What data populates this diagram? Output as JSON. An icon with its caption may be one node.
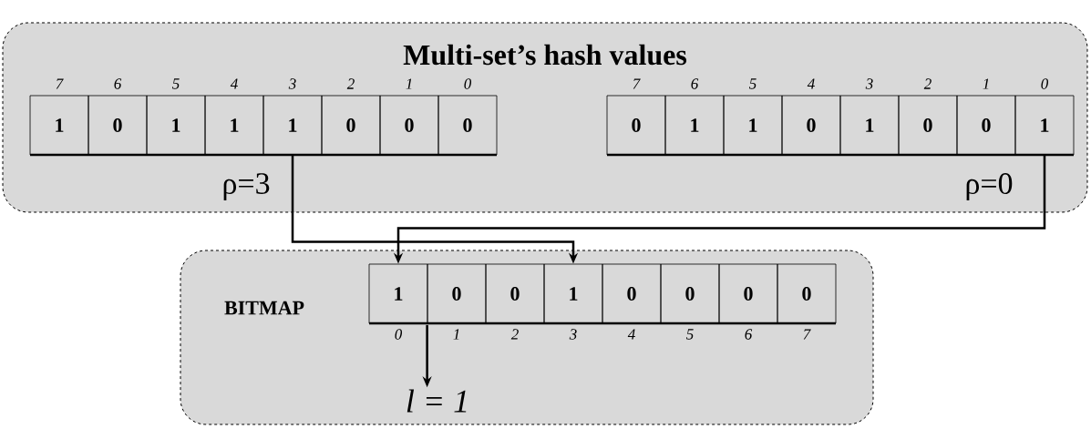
{
  "diagram": {
    "nodes": [
      {
        "text": [
          "Multi-set’s hash values"
        ]
      },
      {
        "text": [
          "1"
        ],
        "in": 0,
        "beside": [
          "7"
        ]
      },
      {
        "text": [
          "0"
        ],
        "in": 0,
        "beside": [
          "6"
        ]
      },
      {
        "text": [
          "1"
        ],
        "in": 0,
        "beside": [
          "5"
        ]
      },
      {
        "text": [
          "1"
        ],
        "in": 0,
        "beside": [
          "4"
        ]
      },
      {
        "text": [
          "1"
        ],
        "in": 0,
        "beside": [
          "3"
        ]
      },
      {
        "text": [
          "0"
        ],
        "in": 0,
        "beside": [
          "2"
        ]
      },
      {
        "text": [
          "0"
        ],
        "in": 0,
        "beside": [
          "1"
        ]
      },
      {
        "text": [
          "0"
        ],
        "in": 0,
        "beside": [
          "0"
        ]
      },
      {
        "text": [
          "0"
        ],
        "in": 0,
        "beside": [
          "7"
        ]
      },
      {
        "text": [
          "1"
        ],
        "in": 0,
        "beside": [
          "6"
        ]
      },
      {
        "text": [
          "1"
        ],
        "in": 0,
        "beside": [
          "5"
        ]
      },
      {
        "text": [
          "0"
        ],
        "in": 0,
        "beside": [
          "4"
        ]
      },
      {
        "text": [
          "1"
        ],
        "in": 0,
        "beside": [
          "3"
        ]
      },
      {
        "text": [
          "0"
        ],
        "in": 0,
        "beside": [
          "2"
        ]
      },
      {
        "text": [
          "0"
        ],
        "in": 0,
        "beside": [
          "1"
        ]
      },
      {
        "text": [
          "1"
        ],
        "in": 0,
        "beside": [
          "0"
        ]
      },
      {
        "text": [
          "BITMAP"
        ]
      },
      {
        "text": [
          "1"
        ],
        "in": 17,
        "beside": [
          "0"
        ]
      },
      {
        "text": [
          "0"
        ],
        "in": 17,
        "beside": [
          "1"
        ]
      },
      {
        "text": [
          "0"
        ],
        "in": 17,
        "beside": [
          "2"
        ]
      },
      {
        "text": [
          "1"
        ],
        "in": 17,
        "beside": [
          "3"
        ]
      },
      {
        "text": [
          "0"
        ],
        "in": 17,
        "beside": [
          "4"
        ]
      },
      {
        "text": [
          "0"
        ],
        "in": 17,
        "beside": [
          "5"
        ]
      },
      {
        "text": [
          "0"
        ],
        "in": 17,
        "beside": [
          "6"
        ]
      },
      {
        "text": [
          "0"
        ],
        "in": 17,
        "beside": [
          "7"
        ]
      },
      {
        "text": [
          "l = 1"
        ],
        "in": 17
      }
    ],
    "edges": [
      {
        "from": 5,
        "to": 21,
        "arrow": "to",
        "label": "ρ=3"
      },
      {
        "from": 16,
        "to": 18,
        "arrow": "to",
        "label": "ρ=0"
      },
      {
        "from": 19,
        "to": 26,
        "arrow": "to"
      }
    ]
  }
}
